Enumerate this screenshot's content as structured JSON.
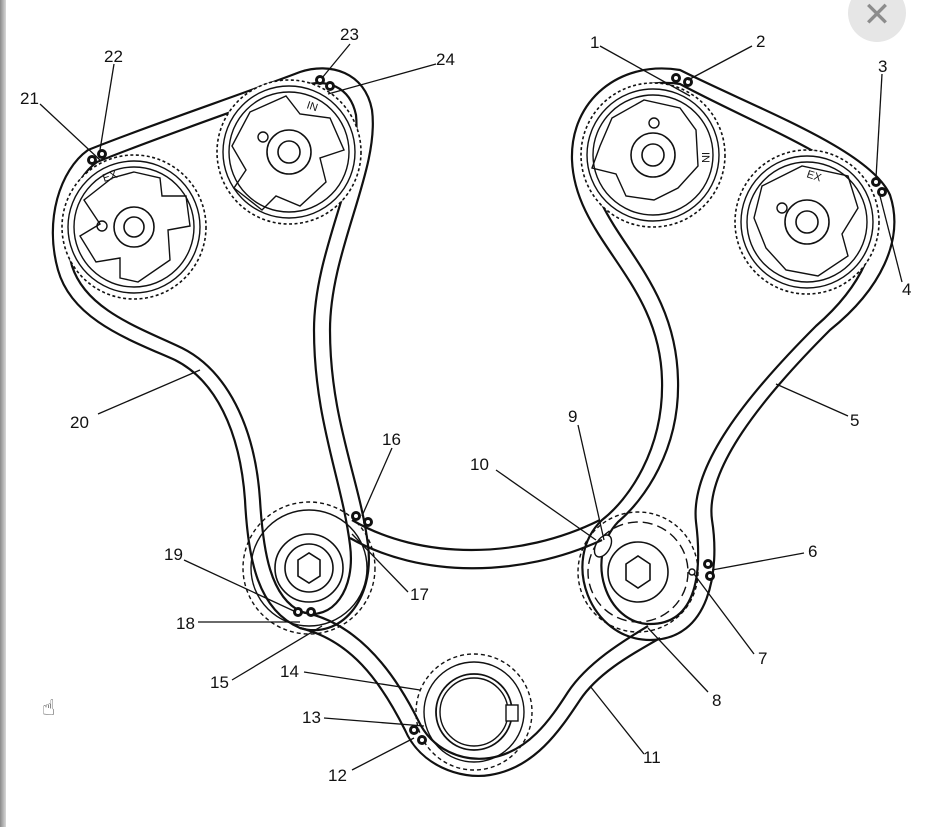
{
  "window": {
    "close_glyph": "✕"
  },
  "cursor": {
    "icon": "hand-pointer-icon",
    "glyph": "☝"
  },
  "sprocket_labels": {
    "left_exhaust": "EX",
    "left_intake": "IN",
    "right_intake": "IN",
    "right_exhaust": "EX"
  },
  "callouts": {
    "c1": "1",
    "c2": "2",
    "c3": "3",
    "c4": "4",
    "c5": "5",
    "c6": "6",
    "c7": "7",
    "c8": "8",
    "c9": "9",
    "c10": "10",
    "c11": "11",
    "c12": "12",
    "c13": "13",
    "c14": "14",
    "c15": "15",
    "c16": "16",
    "c17": "17",
    "c18": "18",
    "c19": "19",
    "c20": "20",
    "c21": "21",
    "c22": "22",
    "c23": "23",
    "c24": "24"
  }
}
